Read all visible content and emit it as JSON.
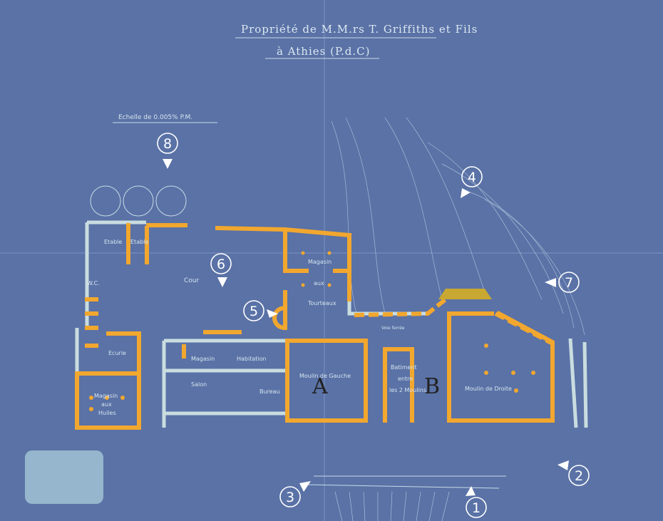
{
  "title": {
    "line1": "Propriété de M.M.rs T. Griffiths et Fils",
    "line2": "à Athies (P.d.C)"
  },
  "scale": "Echelle de 0.005% P.M.",
  "rooms": {
    "etable1": "Etable",
    "etable2": "Etable",
    "wc": "W.C.",
    "cour": "Cour",
    "magasin_aux_tourteaux": [
      "Magasin",
      "aux",
      "Tourteaux"
    ],
    "ecurie": "Ecurie",
    "magasin_aux_huiles": [
      "Magasin",
      "aux",
      "Huiles"
    ],
    "habitation": "Habitation",
    "salon": "Salon",
    "bureau": "Bureau",
    "moulin_gauche": "Moulin de Gauche",
    "batiment": [
      "Batiment",
      "entre",
      "les 2 Moulins"
    ],
    "moulin_droite": "Moulin de Droite",
    "voie": "Voie ferrée"
  },
  "letters": {
    "a": "A",
    "b": "B"
  },
  "markers": [
    "1",
    "2",
    "3",
    "4",
    "5",
    "6",
    "7",
    "8"
  ],
  "colors": {
    "paper": "#5a72a6",
    "highlight": "#f2a72e",
    "ink": "#c9dbe6"
  }
}
